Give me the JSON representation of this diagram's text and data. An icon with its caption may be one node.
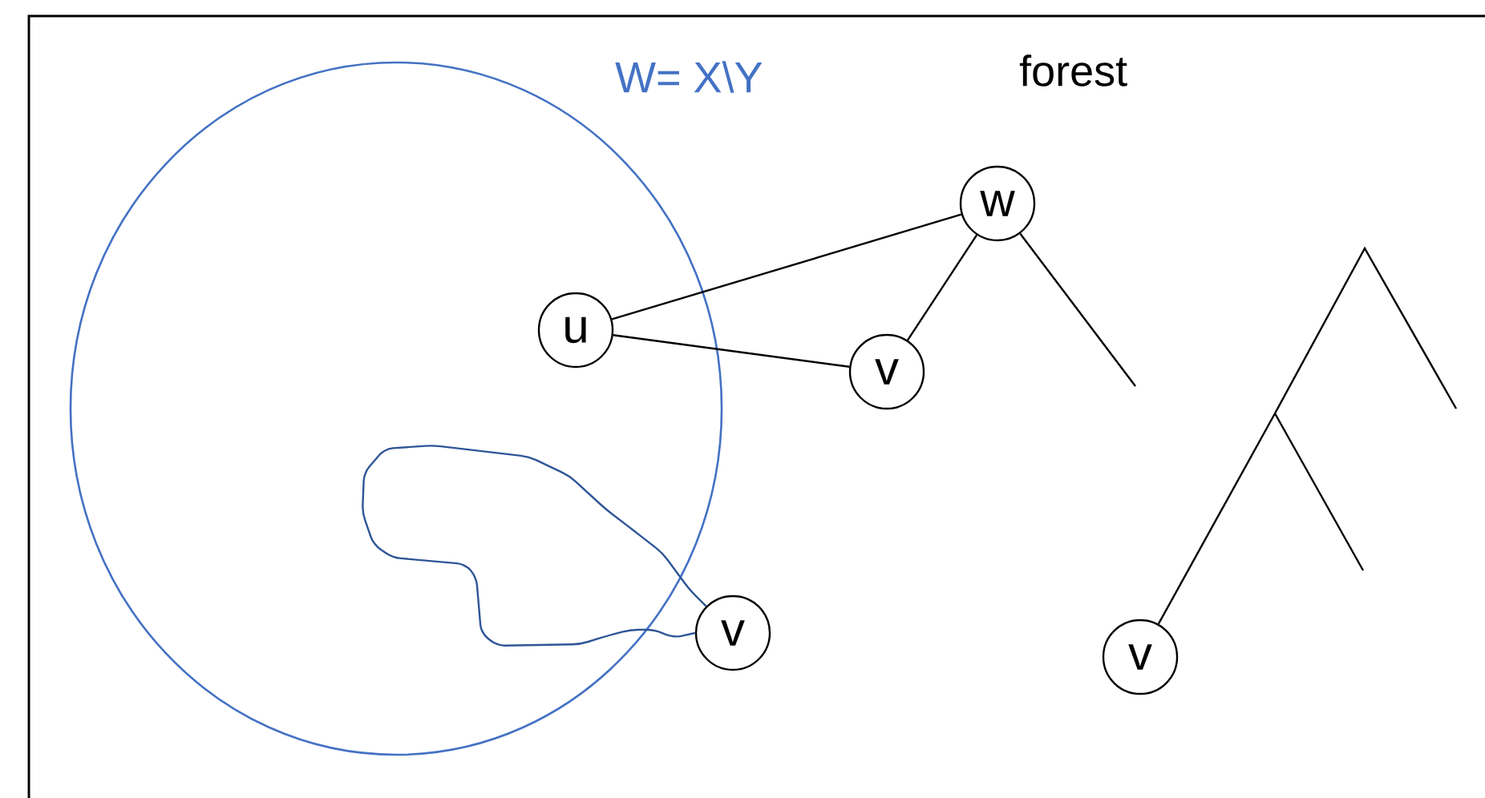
{
  "diagram": {
    "nodes": [
      {
        "text": [
          "W= X\\Y"
        ]
      },
      {
        "text": [
          "u"
        ],
        "in": 0
      },
      {
        "text": [
          "w"
        ]
      },
      {
        "text": [
          "v"
        ]
      },
      {
        "text": [
          "v"
        ]
      },
      {
        "text": [
          "v"
        ]
      }
    ],
    "edges": [
      {
        "from": 1,
        "to": 2,
        "arrow": "none"
      },
      {
        "from": 1,
        "to": 3,
        "arrow": "none"
      },
      {
        "from": 2,
        "to": 3,
        "arrow": "none"
      },
      {
        "from": 2,
        "to": null,
        "arrow": "none"
      },
      {
        "from": 5,
        "to": null,
        "arrow": "none"
      },
      {
        "from": 4,
        "to": 4,
        "arrow": "none",
        "color": "#2f5597"
      }
    ],
    "labels": [
      "forest"
    ]
  }
}
